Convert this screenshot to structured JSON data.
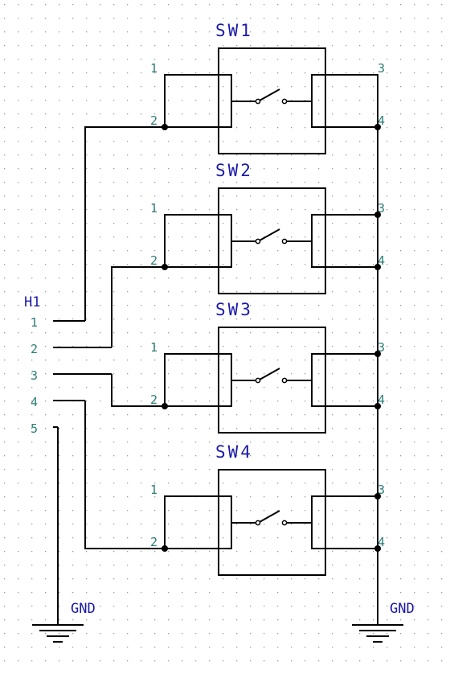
{
  "grid_dot_color": "#9a9a9a",
  "switches": [
    {
      "ref": "SW1",
      "pins": [
        "1",
        "2",
        "3",
        "4"
      ]
    },
    {
      "ref": "SW2",
      "pins": [
        "1",
        "2",
        "3",
        "4"
      ]
    },
    {
      "ref": "SW3",
      "pins": [
        "1",
        "2",
        "3",
        "4"
      ]
    },
    {
      "ref": "SW4",
      "pins": [
        "1",
        "2",
        "3",
        "4"
      ]
    }
  ],
  "header": {
    "ref": "H1",
    "pins": [
      "1",
      "2",
      "3",
      "4",
      "5"
    ]
  },
  "gnd_left": "GND",
  "gnd_right": "GND"
}
